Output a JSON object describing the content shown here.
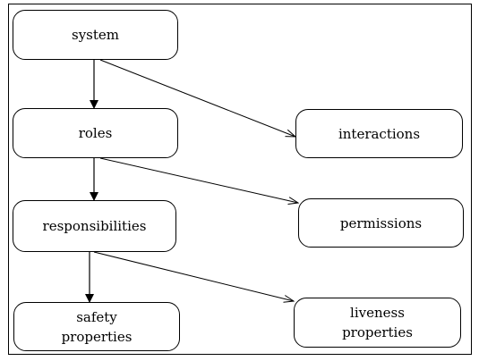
{
  "diagram": {
    "nodes": {
      "system": "system",
      "roles": "roles",
      "interactions": "interactions",
      "responsibilities": "responsibilities",
      "permissions": "permissions",
      "safety_properties": "safety\nproperties",
      "liveness_properties": "liveness\nproperties"
    },
    "edges": [
      {
        "from": "system",
        "to": "roles",
        "style": "solid-head"
      },
      {
        "from": "system",
        "to": "interactions",
        "style": "open-head"
      },
      {
        "from": "roles",
        "to": "responsibilities",
        "style": "solid-head"
      },
      {
        "from": "roles",
        "to": "permissions",
        "style": "open-head"
      },
      {
        "from": "responsibilities",
        "to": "safety_properties",
        "style": "solid-head"
      },
      {
        "from": "responsibilities",
        "to": "liveness_properties",
        "style": "open-head"
      }
    ],
    "colors": {
      "stroke": "#000000",
      "background": "#ffffff"
    }
  }
}
